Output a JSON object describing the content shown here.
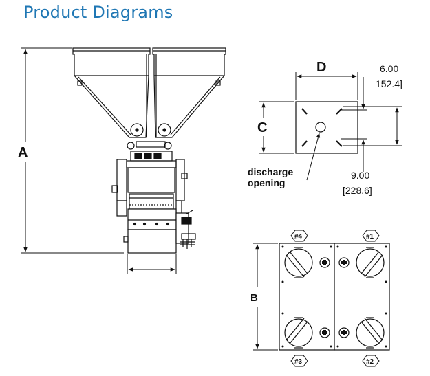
{
  "title": "Product Diagrams",
  "colors": {
    "title": "#1f77b4",
    "line": "#111111"
  },
  "dims": {
    "a": "A",
    "b": "B",
    "c": "C",
    "d": "D",
    "width_in": "6.00",
    "width_mm": "152.4]",
    "spacing_in": "9.00",
    "spacing_mm": "[228.6]"
  },
  "labels": {
    "discharge_line1": "discharge",
    "discharge_line2": "opening"
  },
  "stations": [
    "#4",
    "#1",
    "#3",
    "#2"
  ]
}
